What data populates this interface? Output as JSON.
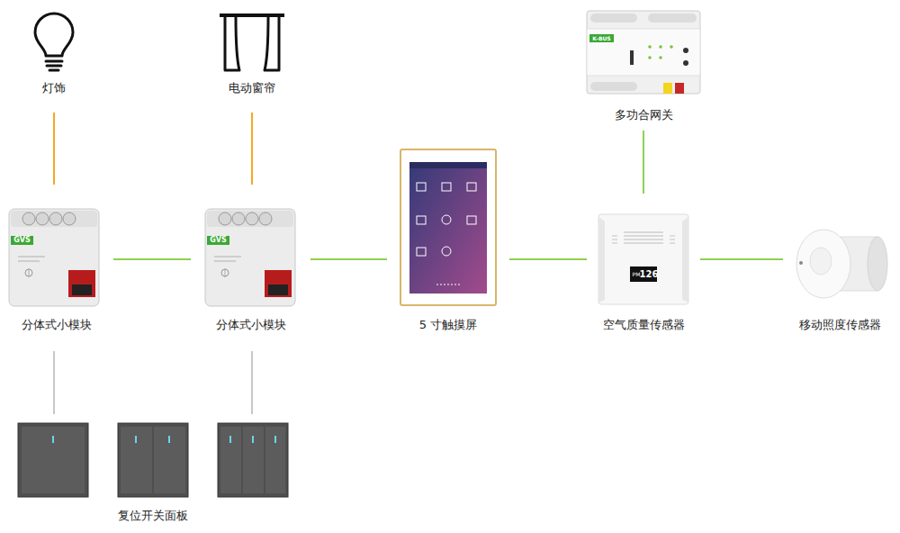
{
  "diagram": {
    "nodes": [
      {
        "text": [
          "灯饰"
        ]
      },
      {
        "text": [
          "电动窗帘"
        ]
      },
      {
        "text": [
          "多功合网关"
        ]
      },
      {
        "text": [
          "分体式小模块"
        ]
      },
      {
        "text": [
          "分体式小模块"
        ]
      },
      {
        "text": [
          "5 寸触摸屏"
        ]
      },
      {
        "text": [
          "空气质量传感器"
        ]
      },
      {
        "text": [
          "移动照度传感器"
        ]
      },
      {
        "text": [
          "复位开关面板"
        ]
      }
    ],
    "edges": [
      {
        "from": 0,
        "to": 3,
        "arrow": "none"
      },
      {
        "from": 1,
        "to": 4,
        "arrow": "none"
      },
      {
        "from": 2,
        "to": 6,
        "arrow": "none"
      },
      {
        "from": 3,
        "to": 4,
        "arrow": "none"
      },
      {
        "from": 4,
        "to": 5,
        "arrow": "none"
      },
      {
        "from": 5,
        "to": 6,
        "arrow": "none"
      },
      {
        "from": 6,
        "to": 7,
        "arrow": "none"
      },
      {
        "from": 3,
        "to": 8,
        "arrow": "none"
      },
      {
        "from": 4,
        "to": 8,
        "arrow": "none"
      }
    ],
    "labels": [
      "K-BUS",
      "GVS",
      "GVS",
      "PM",
      "126"
    ]
  }
}
